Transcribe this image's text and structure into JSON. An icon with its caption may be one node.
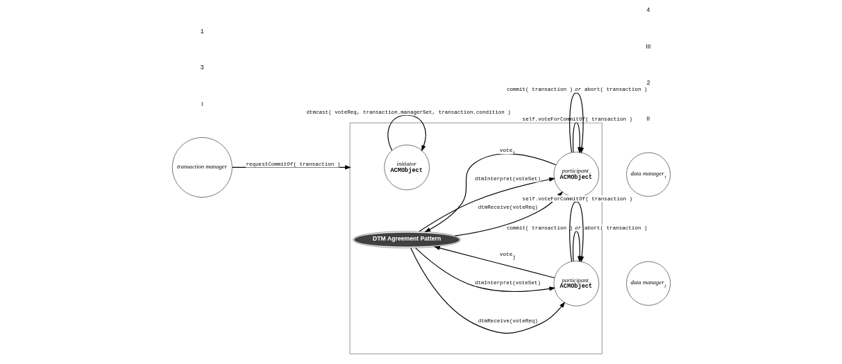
{
  "diagram": {
    "nodes": [
      {
        "text": [],
        "shape": "box"
      },
      {
        "text": [
          "transaction manager"
        ]
      },
      {
        "text": [
          "initiator",
          "ACMObject"
        ],
        "in": 0
      },
      {
        "text": [
          "DTM Agreement Pattern"
        ],
        "in": 0
      },
      {
        "text": [
          "participant$_{i}$",
          "ACMObject"
        ],
        "in": 0
      },
      {
        "text": [
          "participant$_{j}$",
          "ACMObject"
        ],
        "in": 0
      },
      {
        "text": [
          "data manager$_{i}$"
        ]
      },
      {
        "text": [
          "data manager$_{j}$"
        ]
      }
    ],
    "edges": [
      {
        "from": 1,
        "to": 0,
        "arrow": "to",
        "label": "requestCommitOf( transaction )"
      },
      {
        "from": 2,
        "to": 2,
        "arrow": "to",
        "label": "dtmcast( voteReq, transaction.managerSet, transaction.condition )"
      },
      {
        "from": 4,
        "to": 4,
        "arrow": "to",
        "label": "self.voteForCommitOf( transaction )"
      },
      {
        "from": 3,
        "to": 4,
        "arrow": "to",
        "label": "dtmReceive(voteReq)"
      },
      {
        "from": 4,
        "to": 3,
        "arrow": "to",
        "label": "vote$_{i}$"
      },
      {
        "from": 3,
        "to": 4,
        "arrow": "to",
        "label": "dtmInterpret(voteSet)"
      },
      {
        "from": 4,
        "to": 4,
        "arrow": "to",
        "label": "commit( transaction ) *or* abort( transaction )"
      },
      {
        "from": 3,
        "to": 5,
        "arrow": "to",
        "label": "dtmReceive(voteReq)"
      },
      {
        "from": 5,
        "to": 3,
        "arrow": "to",
        "label": "vote$_{j}$"
      },
      {
        "from": 3,
        "to": 5,
        "arrow": "to",
        "label": "dtmInterpret(voteSet)"
      },
      {
        "from": 5,
        "to": 5,
        "arrow": "to",
        "label": "commit( transaction ) *or* abort( transaction )"
      },
      {
        "from": 5,
        "to": 5,
        "arrow": "to",
        "label": "self.voteForCommitOf( transaction )"
      }
    ],
    "labels": [
      "II",
      "2",
      "III",
      "4",
      "I",
      "3",
      "1"
    ]
  }
}
